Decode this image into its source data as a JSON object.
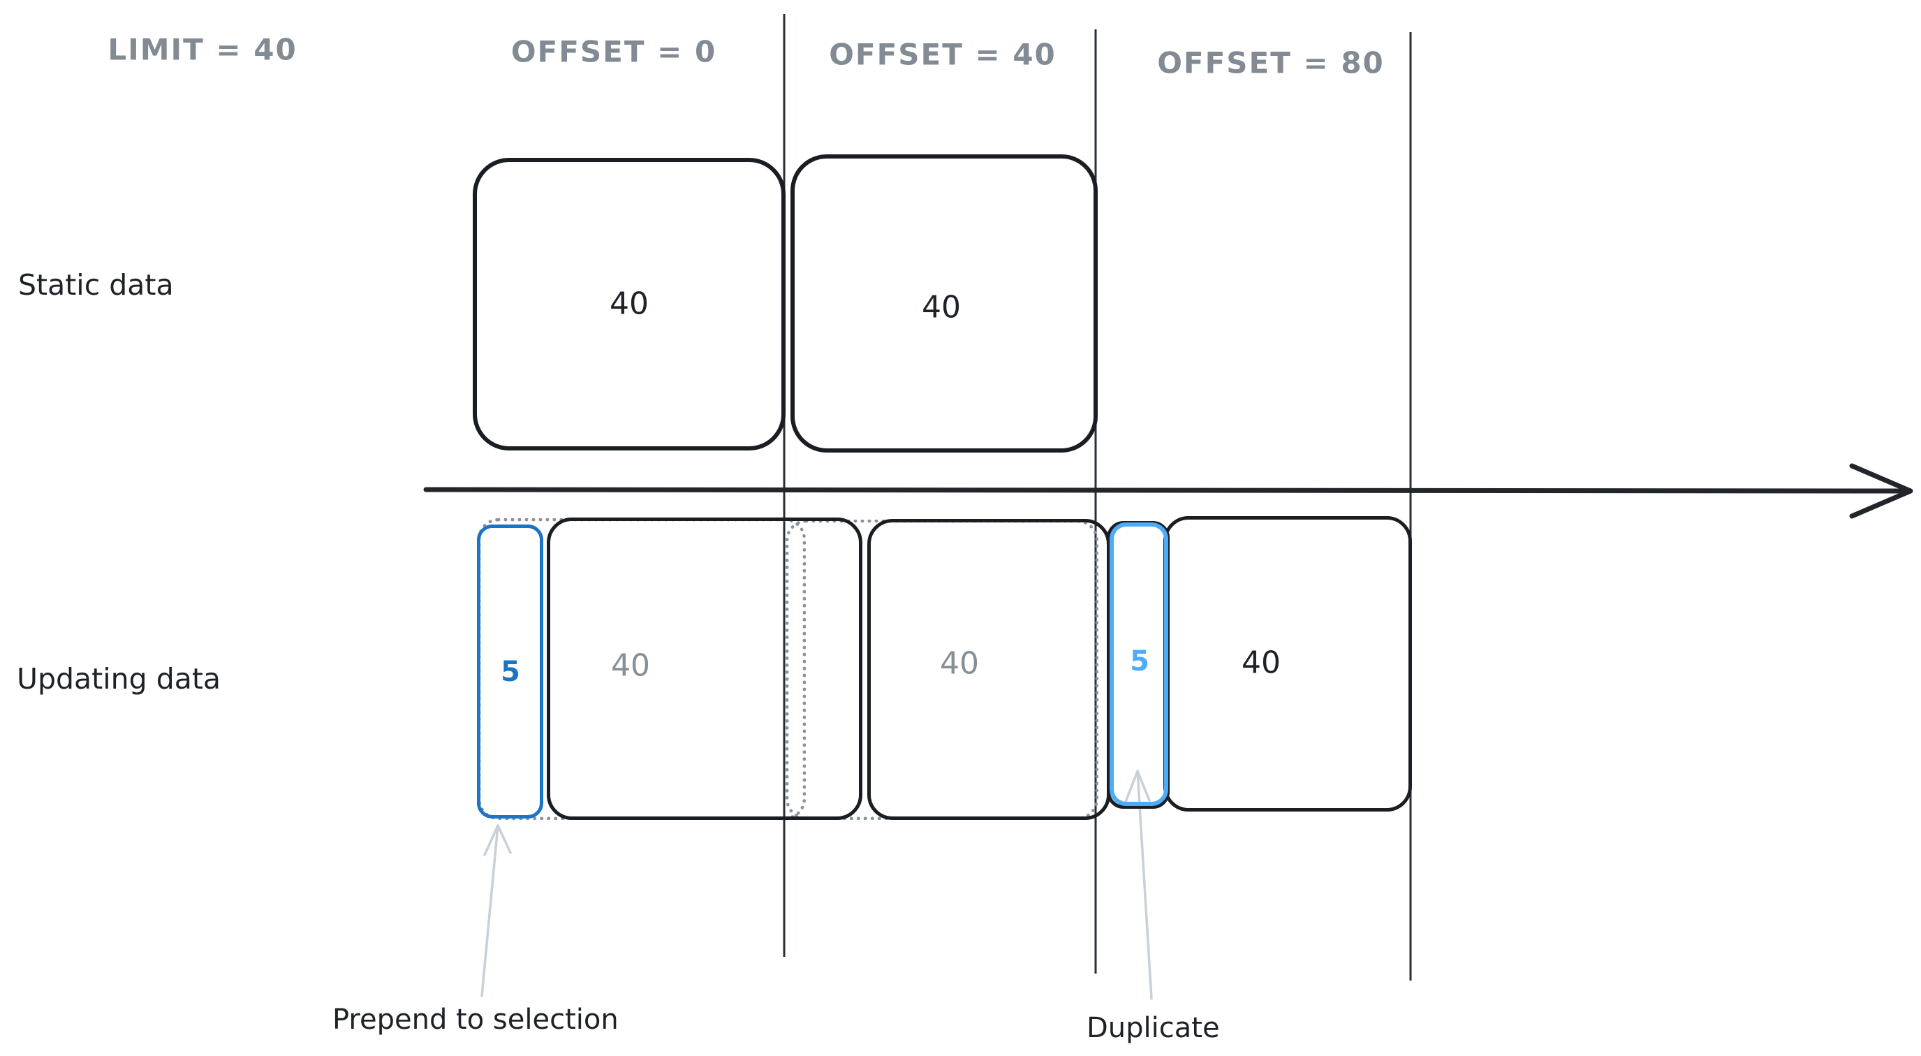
{
  "headers": [
    {
      "label": "LIMIT = 40"
    },
    {
      "label": "OFFSET = 0"
    },
    {
      "label": "OFFSET = 40"
    },
    {
      "label": "OFFSET = 80"
    }
  ],
  "rows": [
    {
      "label": "Static data"
    },
    {
      "label": "Updating data"
    }
  ],
  "static_row": {
    "boxes": [
      {
        "value": "40"
      },
      {
        "value": "40"
      }
    ]
  },
  "updating_row": {
    "prepended_box": {
      "value": "5"
    },
    "page1_box": {
      "value": "40"
    },
    "page2_box": {
      "value": "40"
    },
    "duplicate_box": {
      "value": "5"
    },
    "page3_box": {
      "value": "40"
    }
  },
  "annotations": [
    {
      "label": "Prepend to selection"
    },
    {
      "label": "Duplicate"
    }
  ],
  "colors": {
    "ink_black": "#1a1e23",
    "header_gray": "#828a94",
    "muted_number_gray": "#868e96",
    "prepend_blue": "#1b74c5",
    "duplicate_blue": "#4dabf7",
    "ghost_dotted_gray": "#8b929a",
    "guide_arrow_gray": "#c9d0d8",
    "axis_black": "#22262a"
  }
}
